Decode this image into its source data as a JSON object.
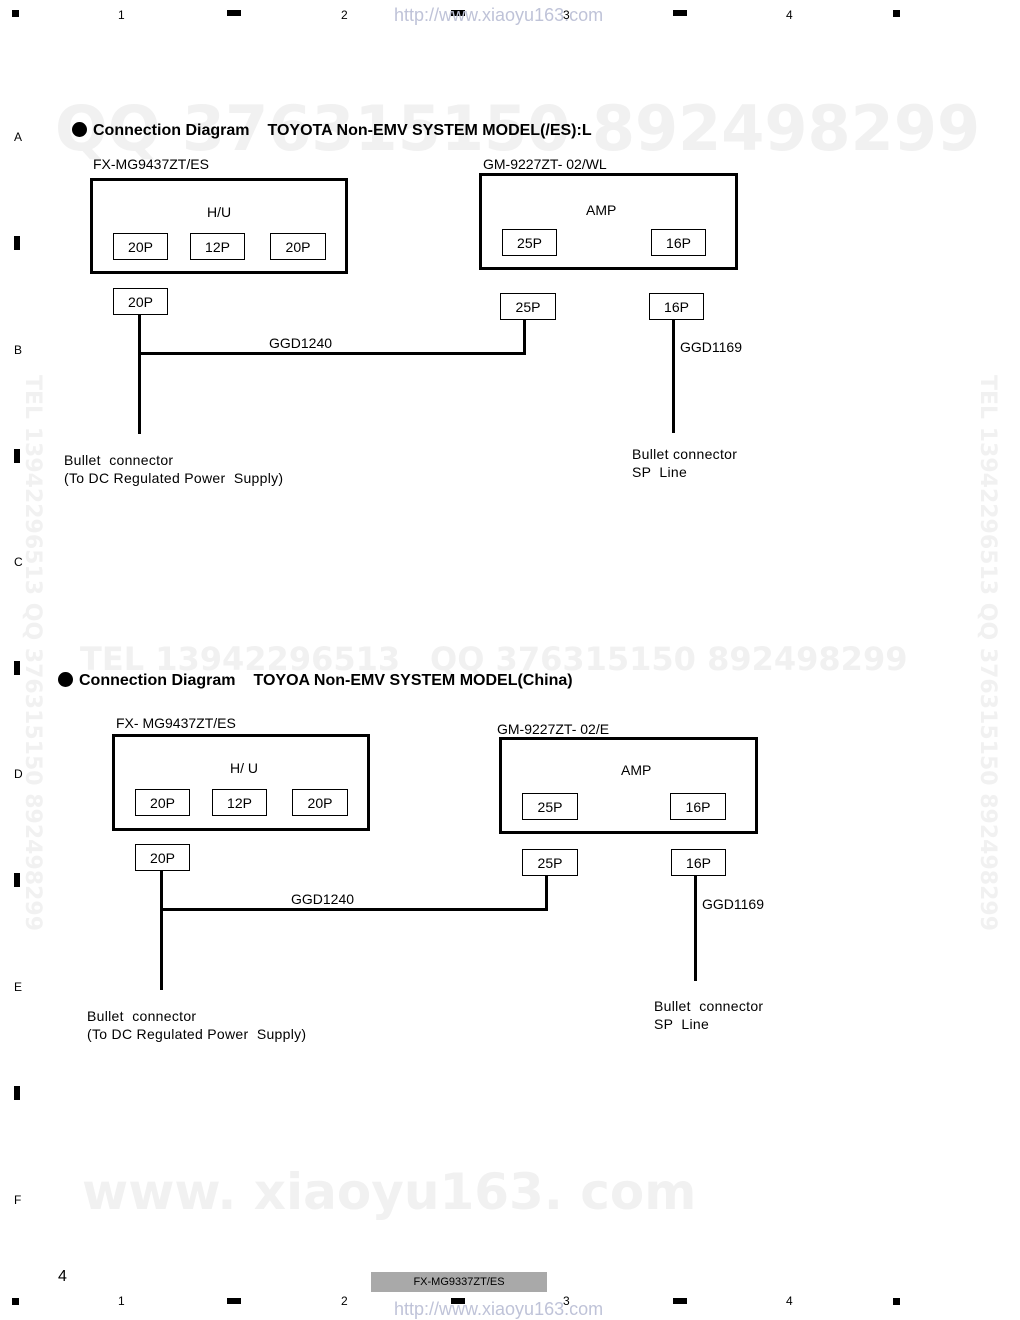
{
  "header": {
    "url": "http://www.xiaoyu163.com",
    "column_numbers": [
      "1",
      "2",
      "3",
      "4"
    ]
  },
  "row_letters": [
    "A",
    "B",
    "C",
    "D",
    "E",
    "F"
  ],
  "watermarks": {
    "qq_top": "QQ 376315150   892498299",
    "tel_mid": "TEL 13942296513",
    "qq_mid": "QQ 376315150   892498299",
    "www_bottom": "www. xiaoyu163. com",
    "side": "TEL 13942296513  QQ 376315150  892498299"
  },
  "diagram1": {
    "title_label": "Connection Diagram",
    "title_model": "TOYOTA Non-EMV SYSTEM MODEL(/ES):L",
    "hu_model": "FX-MG9437ZT/ES",
    "amp_model": "GM-9227ZT- 02/WL",
    "hu_label": "H/U",
    "amp_label": "AMP",
    "hu_connectors": [
      "20P",
      "12P",
      "20P"
    ],
    "amp_connectors": [
      "25P",
      "16P"
    ],
    "plug_hu": "20P",
    "plug_amp_a": "25P",
    "plug_amp_b": "16P",
    "cable_main": "GGD1240",
    "cable_sp": "GGD1169",
    "note_left": "Bullet  connector\n(To DC Regulated Power  Supply)",
    "note_right": "Bullet connector\nSP  Line"
  },
  "diagram2": {
    "title_label": "Connection Diagram",
    "title_model": "TOYOA Non-EMV SYSTEM MODEL(China)",
    "hu_model": "FX- MG9437ZT/ES",
    "amp_model": "GM-9227ZT- 02/E",
    "hu_label": "H/ U",
    "amp_label": "AMP",
    "hu_connectors": [
      "20P",
      "12P",
      "20P"
    ],
    "amp_connectors": [
      "25P",
      "16P"
    ],
    "plug_hu": "20P",
    "plug_amp_a": "25P",
    "plug_amp_b": "16P",
    "cable_main": "GGD1240",
    "cable_sp": "GGD1169",
    "note_left": "Bullet  connector\n(To DC Regulated Power  Supply)",
    "note_right": "Bullet  connector\nSP  Line"
  },
  "footer": {
    "page_number": "4",
    "model_tag": "FX-MG9337ZT/ES",
    "url": "http://www.xiaoyu163.com",
    "column_numbers": [
      "1",
      "2",
      "3",
      "4"
    ]
  },
  "colors": {
    "url": "#bfc3d8",
    "watermark": "#f1f1f1",
    "footer_tag_bg": "#a9a9a9"
  }
}
